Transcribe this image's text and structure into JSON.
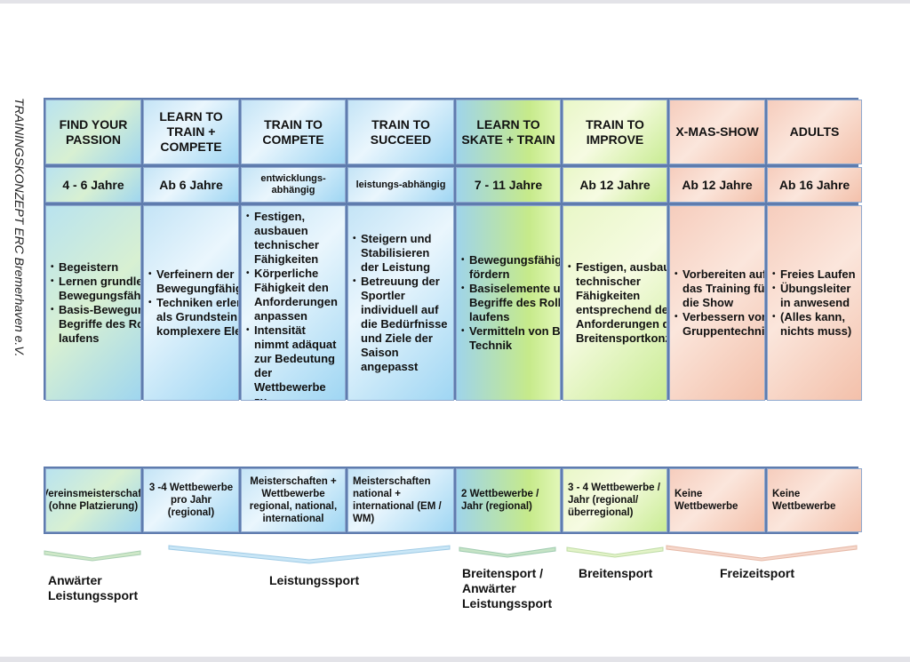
{
  "side_title": "TRAININGSKONZEPT ERC Bremerhaven e.V.",
  "headers": [
    "FIND YOUR PASSION",
    "LEARN TO TRAIN + COMPETE",
    "TRAIN TO COMPETE",
    "TRAIN TO SUCCEED",
    "LEARN TO SKATE + TRAIN",
    "TRAIN TO IMPROVE",
    "X-MAS-SHOW",
    "ADULTS"
  ],
  "ages": [
    "4 - 6 Jahre",
    "Ab 6 Jahre",
    "entwicklungs-abhängig",
    "leistungs-abhängig",
    "7 - 11 Jahre",
    "Ab 12 Jahre",
    "Ab 12 Jahre",
    "Ab 16 Jahre"
  ],
  "descriptions": [
    [
      "Begeistern",
      "Lernen grundlegen der Bewegungsfähigkeiten",
      "Basis-Bewegungen + Begriffe des Rollkunst laufens"
    ],
    [
      "Verfeinern der Bewegungfähigkeiten",
      "Techniken erlernen als Grundstein für komplexere Elemente"
    ],
    [
      "Festigen, ausbauen technischer Fähigkeiten",
      "Körperliche Fähigkeit den Anforderungen anpassen",
      "Intensität nimmt adäquat zur Bedeutung der Wettbewerbe zu"
    ],
    [
      "Steigern und Stabilisieren der Leistung",
      "Betreuung der Sportler individuell auf die Bedürfnisse und Ziele der Saison angepasst"
    ],
    [
      "Bewegungsfähigkeiten fördern",
      "Basiselemente und Begriffe des Rollkunst laufens",
      "Vermitteln von Basis-Technik"
    ],
    [
      "Festigen, ausbauen technischer Fähigkeiten entsprechend der Anforderungen des Breitensportkonzepts"
    ],
    [
      "Vorbereiten auf das Training für die Show",
      "Verbessern von Gruppentechniken"
    ],
    [
      "Freies Laufen",
      "Übungsleiter in anwesend",
      "(Alles kann, nichts muss)"
    ]
  ],
  "competitions": [
    "Vereinsmeisterschaft (ohne Platzierung)",
    "3 -4 Wettbewerbe pro Jahr (regional)",
    "Meisterschaften + Wettbewerbe regional, national, international",
    "Meisterschaften national + international (EM / WM)",
    "2 Wettbewerbe / Jahr (regional)",
    "3 - 4 Wettbewerbe / Jahr (regional/ überregional)",
    "Keine Wettbewerbe",
    "Keine Wettbewerbe"
  ],
  "categories": {
    "anwaerter": "Anwärter Leistungssport",
    "leistungssport": "Leistungssport",
    "breiten_anwaerter": "Breitensport / Anwärter Leistungssport",
    "breitensport": "Breitensport",
    "freizeitsport": "Freizeitsport"
  },
  "colors": {
    "grid_border": "#5f7cae",
    "blue": "#9fd6f3",
    "green": "#c6ea8a",
    "peach": "#f6cdbd"
  }
}
